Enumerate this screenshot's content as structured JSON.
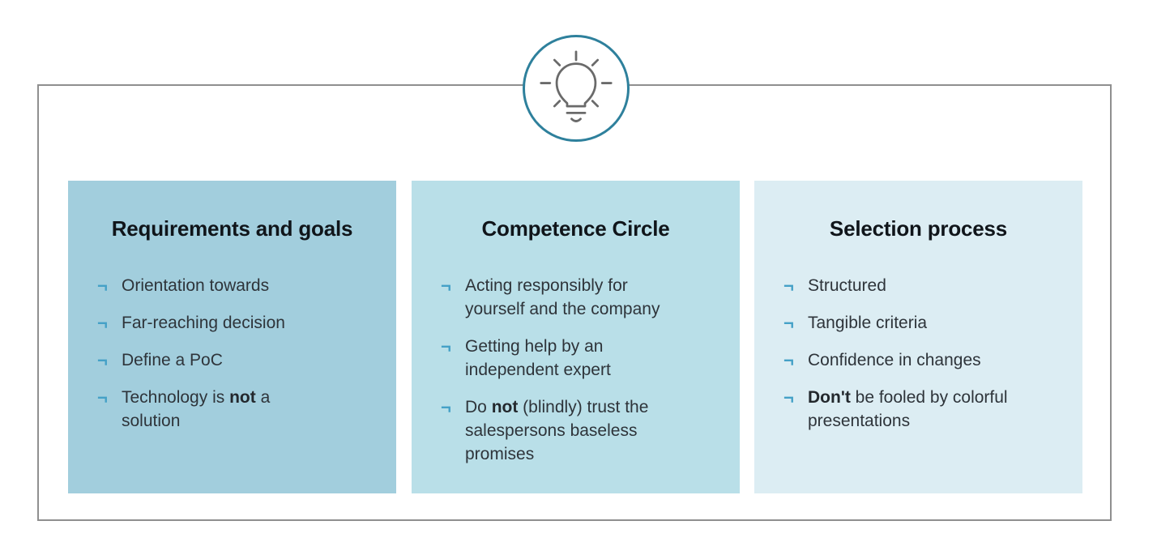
{
  "badge": {
    "icon": "lightbulb-icon"
  },
  "bullet_glyph": "¬",
  "colors": {
    "frame_border": "#8f8f8f",
    "circle_border": "#2e809c",
    "icon_stroke": "#6a6a6a",
    "bullet": "#45a1c7",
    "title_text": "#10151a",
    "body_text": "#2e343a",
    "card_backgrounds": [
      "#a2cedd",
      "#b9dfe8",
      "#dcedf3"
    ]
  },
  "cards": [
    {
      "title": "Requirements and goals",
      "items": [
        {
          "pre": "Orientation towards"
        },
        {
          "pre": "Far-reaching decision"
        },
        {
          "pre": "Define a PoC"
        },
        {
          "pre": "Technology is ",
          "bold": "not",
          "post": " a solution"
        }
      ]
    },
    {
      "title": "Competence Circle",
      "items": [
        {
          "pre": "Acting responsibly for yourself and the company"
        },
        {
          "pre": "Getting help by an independent expert"
        },
        {
          "pre": "Do ",
          "bold": "not",
          "post": " (blindly) trust the salespersons baseless promises"
        }
      ]
    },
    {
      "title": "Selection process",
      "items": [
        {
          "pre": "Structured"
        },
        {
          "pre": "Tangible criteria"
        },
        {
          "pre": "Confidence in changes"
        },
        {
          "pre": "",
          "bold": "Don't",
          "post": " be fooled by colorful presentations"
        }
      ]
    }
  ]
}
